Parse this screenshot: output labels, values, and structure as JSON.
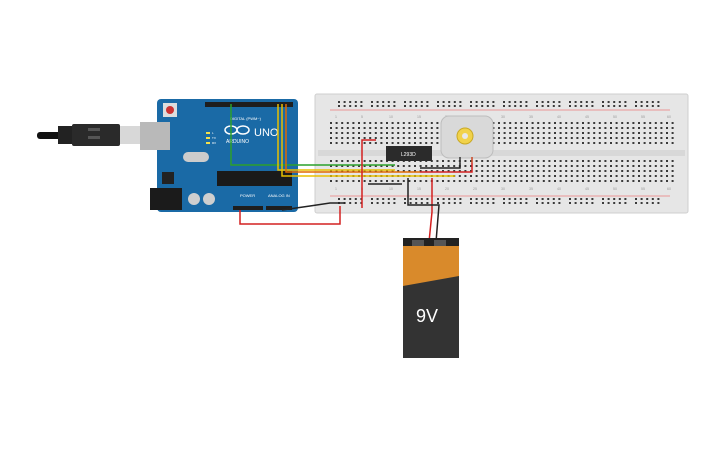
{
  "arduino": {
    "logo": "ARDUINO",
    "model": "UNO",
    "power_header": "POWER",
    "analog_header": "ANALOG IN",
    "digital_header": "DIGITAL (PWM~)",
    "tx_label": "TX",
    "rx_label": "RX",
    "on_label": "ON",
    "l_label": "L"
  },
  "ic": {
    "label": "L293D"
  },
  "battery": {
    "label": "9V"
  },
  "breadboard": {
    "top_numbers": [
      "1",
      "5",
      "10",
      "15",
      "20",
      "25",
      "30",
      "35",
      "40",
      "45",
      "50",
      "55",
      "60"
    ],
    "bottom_numbers": [
      "1",
      "5",
      "10",
      "15",
      "20",
      "25",
      "30",
      "35",
      "40",
      "45",
      "50",
      "55",
      "60"
    ]
  },
  "colors": {
    "arduino_board": "#1a6aa6",
    "breadboard": "#e6e6e6",
    "wire_red": "#d42020",
    "wire_black": "#222222",
    "wire_green": "#2ca02c",
    "wire_yellow": "#e8c000",
    "wire_orange": "#e06a00",
    "battery_body": "#333333",
    "battery_label": "#d98a2b",
    "motor": "#d9d9d9"
  },
  "icons": {
    "usb_cable": "usb-cable-icon",
    "motor": "dc-motor-icon",
    "battery": "battery-9v-icon",
    "ic": "ic-chip-icon"
  }
}
